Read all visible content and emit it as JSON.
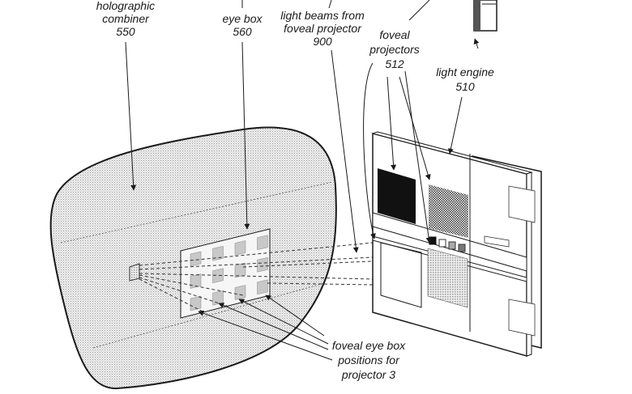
{
  "figure": {
    "labels": {
      "combiner": {
        "line1": "holographic",
        "line2": "combiner",
        "ref": "550"
      },
      "eyebox": {
        "line1": "eye box",
        "ref": "560"
      },
      "beams": {
        "line1": "light beams from",
        "line2": "foveal projector",
        "ref": "900"
      },
      "projectors": {
        "line1": "foveal",
        "line2": "projectors",
        "ref": "512"
      },
      "engine": {
        "line1": "light engine",
        "ref": "510"
      },
      "positions": {
        "line1": "foveal eye box",
        "line2": "positions for",
        "line3": "projector 3"
      }
    },
    "colors": {
      "ink": "#1a1a1a",
      "combiner_fill": "#e6e6e6",
      "eyebox_fill": "#f2f2f2",
      "cell_fill": "#c8c8c8",
      "projector_dark": "#111111",
      "projector_mid": "#777777",
      "projector_light": "#c4c4c4"
    }
  }
}
